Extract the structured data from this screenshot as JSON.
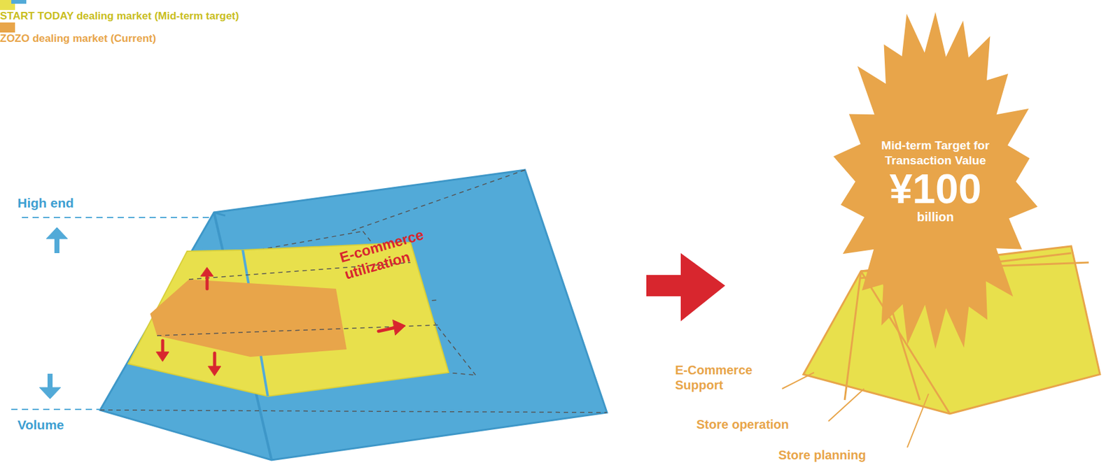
{
  "diagram": {
    "nodes": [
      {
        "text": [
          "Mid-term Target for Transaction Value",
          "¥100",
          "billion"
        ]
      }
    ],
    "labels": [
      "High end",
      "Volume",
      "E-commerce utilization",
      "E-Commerce Support",
      "Store operation",
      "Store planning"
    ],
    "legend": [
      {
        "text": "START TODAY dealing market (Mid-term target)",
        "color": "#e8e04c"
      },
      {
        "text": "ZOZO dealing market (Current)",
        "color": "#e8a54a"
      }
    ]
  }
}
